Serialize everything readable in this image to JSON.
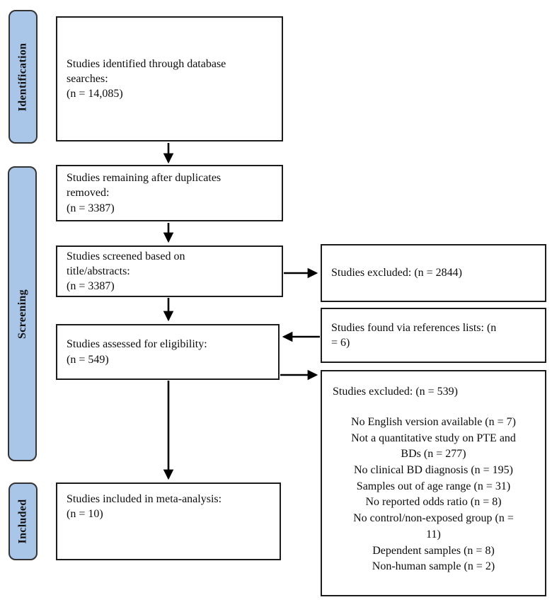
{
  "stages": [
    {
      "label": "Identification"
    },
    {
      "label": "Screening"
    },
    {
      "label": "Included"
    }
  ],
  "flow_boxes": [
    {
      "text": "Studies identified through database\nsearches:\n(n = 14,085)"
    },
    {
      "text": "Studies remaining after duplicates\nremoved:\n(n = 3387)"
    },
    {
      "text": "Studies screened based on\ntitle/abstracts:\n(n = 3387)"
    },
    {
      "text": "Studies assessed for eligibility:\n(n = 549)"
    },
    {
      "text": "Studies included in meta-analysis:\n(n = 10)"
    }
  ],
  "side_boxes": [
    {
      "text": "Studies excluded: (n = 2844)"
    },
    {
      "text": "Studies found via references lists: (n\n= 6)"
    },
    {
      "header": "Studies excluded: (n = 539)",
      "reasons": [
        "No English version available (n = 7)",
        "Not a quantitative study on PTE and\nBDs (n = 277)",
        "No clinical BD diagnosis (n = 195)",
        "Samples out of age range (n = 31)",
        "No reported odds ratio (n = 8)",
        "No control/non-exposed group (n =\n11)",
        "Dependent samples (n = 8)",
        "Non-human sample (n = 2)"
      ]
    }
  ],
  "colors": {
    "stage_fill": "#a9c6e8",
    "stage_border": "#333333",
    "box_border": "#1c1c1c",
    "arrow": "#000000"
  }
}
